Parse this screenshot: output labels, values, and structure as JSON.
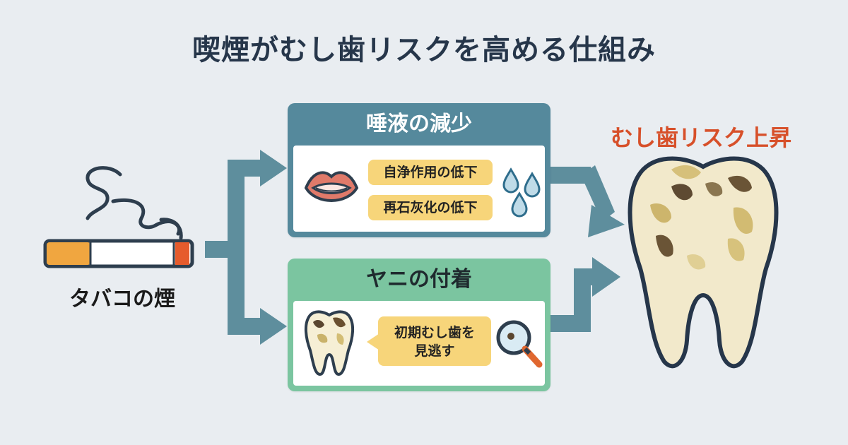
{
  "title": "喫煙がむし歯リスクを高める仕組み",
  "source": {
    "label": "タバコの煙",
    "icon": "cigarette-icon"
  },
  "effects": [
    {
      "heading": "唾液の減少",
      "color": "#55899c",
      "items": [
        "自浄作用の低下",
        "再石灰化の低下"
      ],
      "icons": [
        "lips-icon",
        "water-drops-icon"
      ]
    },
    {
      "heading": "ヤニの付着",
      "color": "#7bc5a0",
      "items": [
        "初期むし歯を見逃す"
      ],
      "item_lines": [
        "初期むし歯を",
        "見逃す"
      ],
      "icons": [
        "stained-tooth-icon",
        "magnifier-icon"
      ]
    }
  ],
  "result": {
    "label": "むし歯リスク上昇",
    "color": "#d7502a",
    "icon": "decayed-tooth-icon"
  },
  "colors": {
    "background": "#e9edf1",
    "arrow": "#5e8e9d",
    "pill": "#f7d57a"
  }
}
